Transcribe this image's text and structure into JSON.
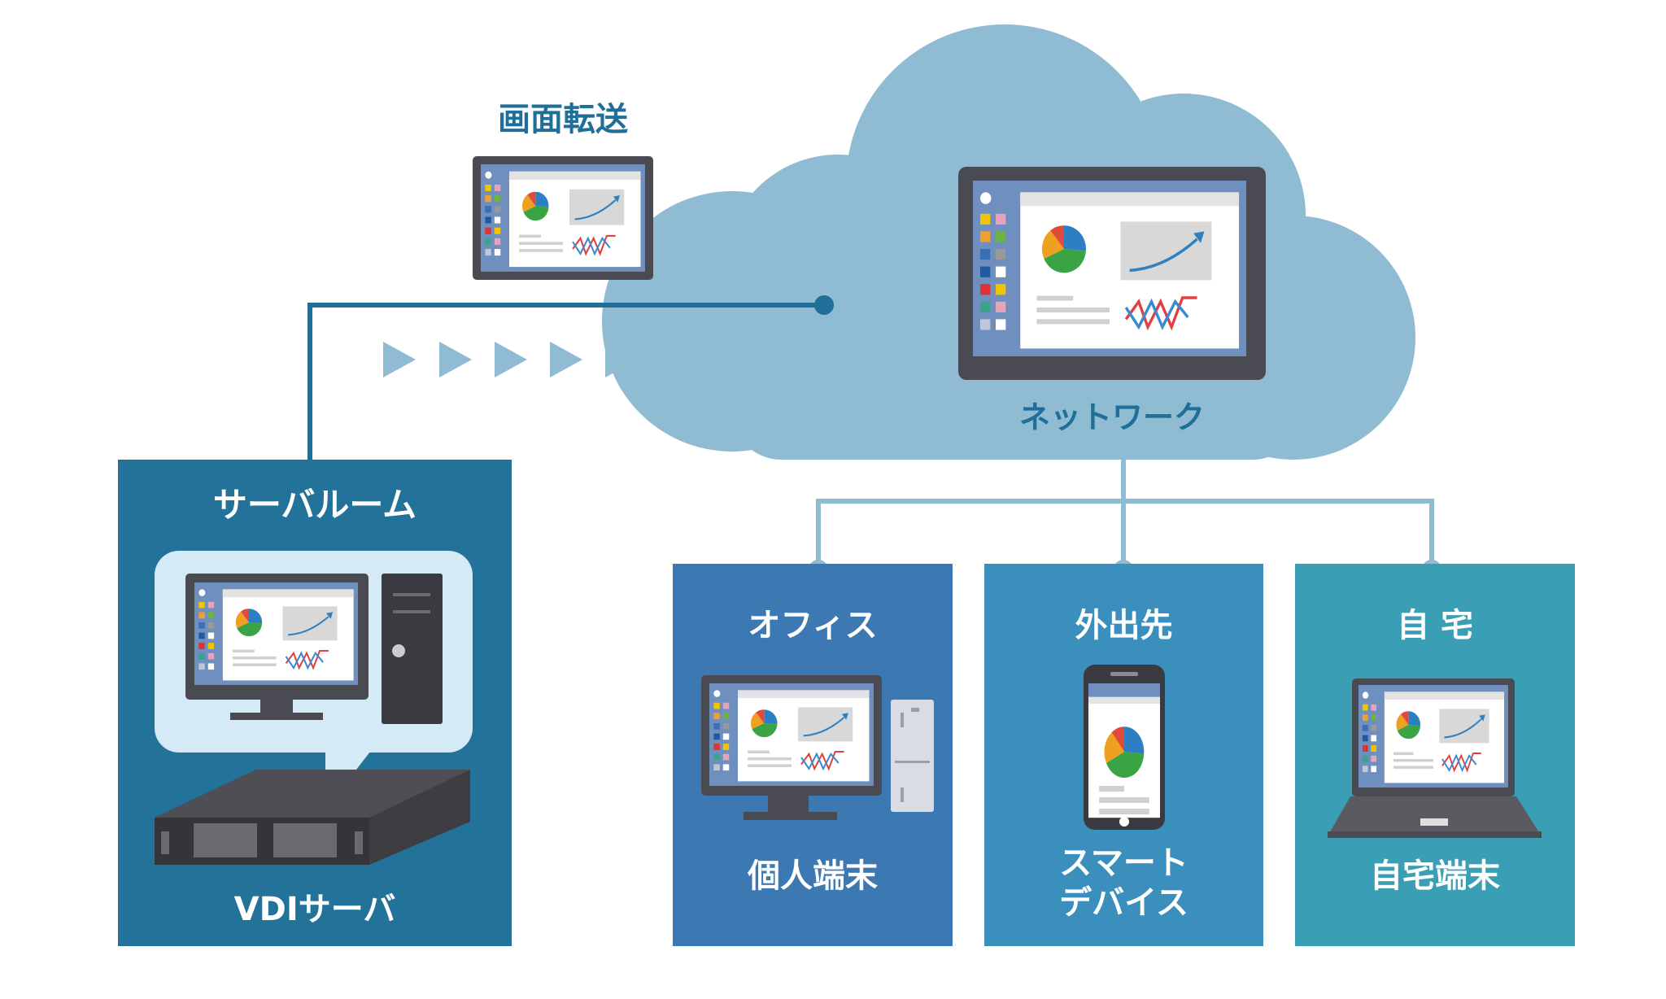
{
  "title_transfer": "画面転送",
  "network": "ネットワーク",
  "server_room": {
    "title": "サーバルーム",
    "server": "VDIサーバ"
  },
  "endpoints": [
    {
      "location": "オフィス",
      "device": "個人端末"
    },
    {
      "location": "外出先",
      "device_line1": "スマート",
      "device_line2": "デバイス"
    },
    {
      "location": "自 宅",
      "device": "自宅端末"
    }
  ],
  "colors": {
    "server_room_bg": "#23729a",
    "office_bg": "#3c79b3",
    "outside_bg": "#3b8fbc",
    "home_bg": "#3a9fb5",
    "cloud": "#8fbbd3",
    "line": "#1f6f98",
    "arrow": "#8fbbd3",
    "speech_bubble": "#d4eaf7"
  }
}
